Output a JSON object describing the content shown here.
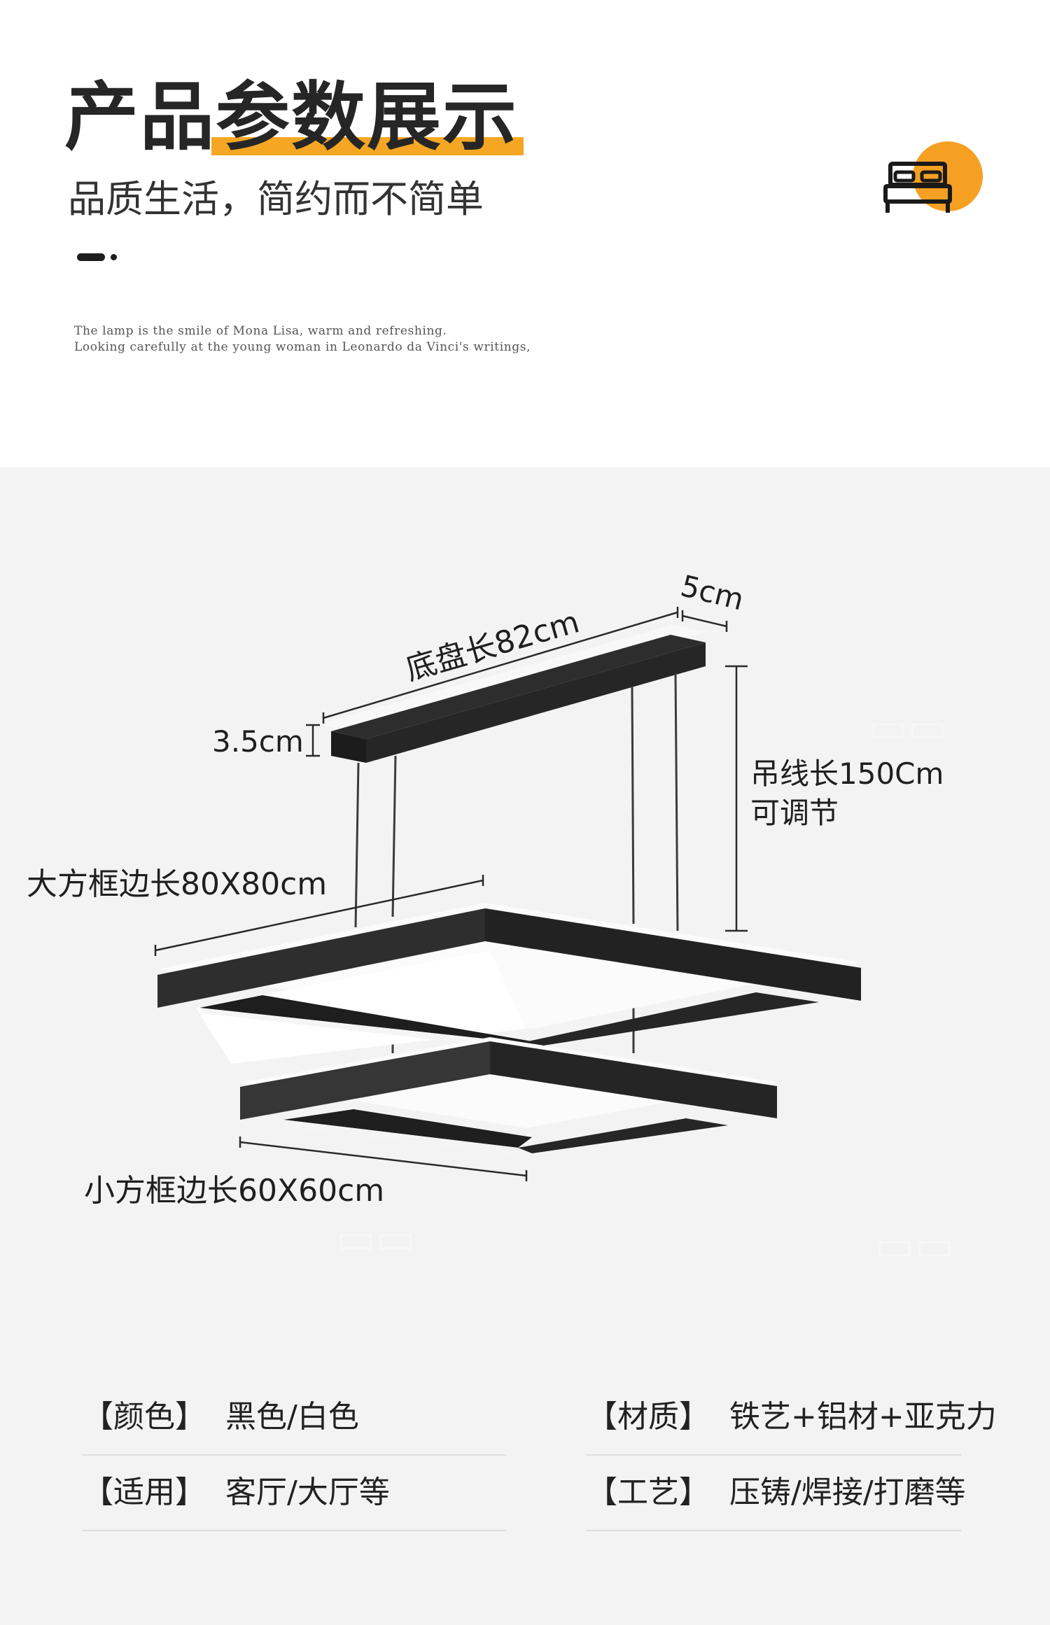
{
  "header": {
    "title_part1": "产品",
    "title_part2": "参数展示",
    "subtitle": "品质生活，简约而不简单",
    "english_line1": "The lamp is the smile of Mona Lisa, warm and refreshing.",
    "english_line2": "Looking carefully at the young woman in Leonardo da Vinci's writings,",
    "icon": "bed-icon",
    "accent_color": "#f5a623"
  },
  "dimensions": {
    "base_length": "底盘长82cm",
    "base_width": "5cm",
    "base_height": "3.5cm",
    "cable_length_line1": "吊线长150Cm",
    "cable_length_line2": "可调节",
    "large_frame": "大方框边长80X80cm",
    "small_frame": "小方框边长60X60cm"
  },
  "specs": [
    {
      "key": "【颜色】",
      "value": "黑色/白色"
    },
    {
      "key": "【材质】",
      "value": "铁艺+铝材+亚克力"
    },
    {
      "key": "【适用】",
      "value": "客厅/大厅等"
    },
    {
      "key": "【工艺】",
      "value": "压铸/焊接/打磨等"
    }
  ]
}
